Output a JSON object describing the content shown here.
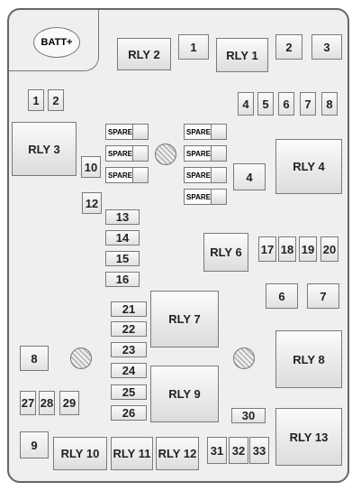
{
  "batt_label": "BATT+",
  "spare_label": "SPARE",
  "boxes": [
    {
      "name": "relay-rly-2",
      "label": "RLY 2"
    },
    {
      "name": "fuse-1-top",
      "label": "1"
    },
    {
      "name": "relay-rly-1",
      "label": "RLY 1"
    },
    {
      "name": "fuse-2-top",
      "label": "2"
    },
    {
      "name": "fuse-3",
      "label": "3"
    },
    {
      "name": "fuse-1-left",
      "label": "1"
    },
    {
      "name": "fuse-2-left",
      "label": "2"
    },
    {
      "name": "fuse-4-top",
      "label": "4"
    },
    {
      "name": "fuse-5",
      "label": "5"
    },
    {
      "name": "fuse-6-top",
      "label": "6"
    },
    {
      "name": "fuse-7-top",
      "label": "7"
    },
    {
      "name": "fuse-8-top",
      "label": "8"
    },
    {
      "name": "relay-rly-3",
      "label": "RLY 3"
    },
    {
      "name": "fuse-10",
      "label": "10"
    },
    {
      "name": "fuse-4-mid",
      "label": "4"
    },
    {
      "name": "relay-rly-4",
      "label": "RLY 4"
    },
    {
      "name": "fuse-12",
      "label": "12"
    },
    {
      "name": "fuse-13",
      "label": "13"
    },
    {
      "name": "fuse-14",
      "label": "14"
    },
    {
      "name": "fuse-15",
      "label": "15"
    },
    {
      "name": "fuse-16",
      "label": "16"
    },
    {
      "name": "relay-rly-6",
      "label": "RLY 6"
    },
    {
      "name": "fuse-17",
      "label": "17"
    },
    {
      "name": "fuse-18",
      "label": "18"
    },
    {
      "name": "fuse-19",
      "label": "19"
    },
    {
      "name": "fuse-20",
      "label": "20"
    },
    {
      "name": "fuse-6-mid",
      "label": "6"
    },
    {
      "name": "fuse-7-mid",
      "label": "7"
    },
    {
      "name": "fuse-21",
      "label": "21"
    },
    {
      "name": "fuse-22",
      "label": "22"
    },
    {
      "name": "fuse-23",
      "label": "23"
    },
    {
      "name": "fuse-24",
      "label": "24"
    },
    {
      "name": "fuse-25",
      "label": "25"
    },
    {
      "name": "fuse-26",
      "label": "26"
    },
    {
      "name": "relay-rly-7",
      "label": "RLY 7"
    },
    {
      "name": "relay-rly-9",
      "label": "RLY 9"
    },
    {
      "name": "fuse-8-left",
      "label": "8"
    },
    {
      "name": "relay-rly-8",
      "label": "RLY 8"
    },
    {
      "name": "fuse-27",
      "label": "27"
    },
    {
      "name": "fuse-28",
      "label": "28"
    },
    {
      "name": "fuse-29",
      "label": "29"
    },
    {
      "name": "fuse-30",
      "label": "30"
    },
    {
      "name": "relay-rly-13",
      "label": "RLY 13"
    },
    {
      "name": "fuse-9",
      "label": "9"
    },
    {
      "name": "relay-rly-10",
      "label": "RLY 10"
    },
    {
      "name": "relay-rly-11",
      "label": "RLY 11"
    },
    {
      "name": "relay-rly-12",
      "label": "RLY 12"
    },
    {
      "name": "fuse-31",
      "label": "31"
    },
    {
      "name": "fuse-32",
      "label": "32"
    },
    {
      "name": "fuse-33",
      "label": "33"
    }
  ]
}
